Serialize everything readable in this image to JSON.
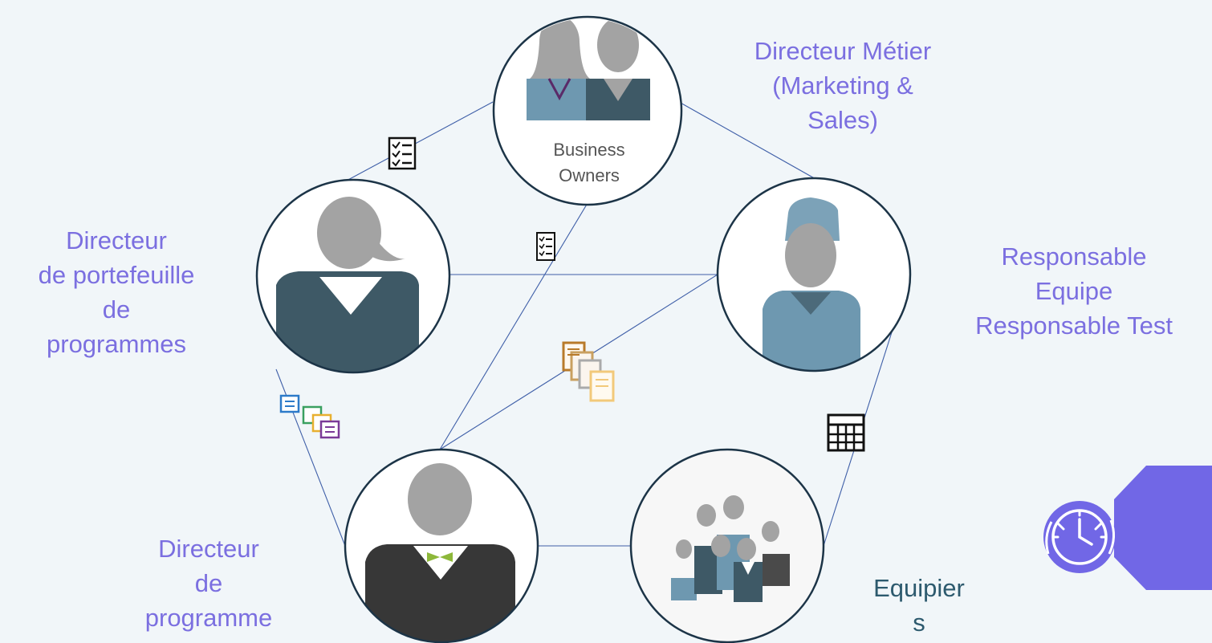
{
  "colors": {
    "background": "#f1f6f9",
    "label": "#7b6fe0",
    "label_dark": "#2d5a6e",
    "connector": "#3f5fa8",
    "node_border": "#1c3447",
    "figure_dark": "#3e5966",
    "figure_blue": "#6e98b0",
    "figure_grey": "#a3a3a3",
    "bowtie": "#8db83a",
    "tab_accent": "#7167e6"
  },
  "business_owners_caption": [
    "Business",
    "Owners"
  ],
  "labels": {
    "directeur_metier": [
      "Directeur Métier",
      "(Marketing &",
      "Sales)"
    ],
    "directeur_portefeuille": [
      "Directeur",
      "de portefeuille",
      "de",
      "programmes"
    ],
    "responsable": [
      "Responsable",
      "Equipe",
      "Responsable Test"
    ],
    "directeur_programme": [
      "Directeur",
      "de",
      "programme"
    ],
    "equipiers": [
      "Equipier",
      "s"
    ]
  },
  "icons": {
    "nodes": [
      "business-owners-icon",
      "portfolio-director-icon",
      "team-lead-icon",
      "program-director-icon",
      "team-members-icon"
    ],
    "artifacts": [
      "checklist-icon",
      "checklist-icon",
      "documents-stack-icon",
      "documents-stack-icon",
      "grid-table-icon"
    ],
    "corner": "clock-gear-icon"
  }
}
